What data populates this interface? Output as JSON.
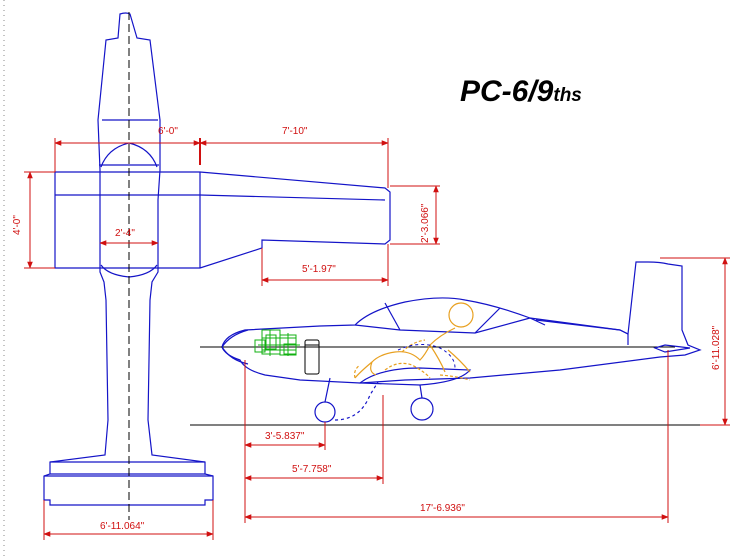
{
  "title": {
    "main": "PC-6/9",
    "suffix": "ths"
  },
  "dimensions": {
    "wing_center_span": "6'-0\"",
    "wing_outer_span": "7'-10\"",
    "root_chord": "4'-0\"",
    "tip_chord": "2'-3.066\"",
    "aileron_length": "5'-1.97\"",
    "fuselage_width": "2'-4\"",
    "tail_span": "6'-11.064\"",
    "height": "6'-11.028\"",
    "gear_position": "3'-5.837\"",
    "cg_position": "5'-7.758\"",
    "overall_length": "17'-6.936\""
  },
  "colors": {
    "outline": "#1414c8",
    "dimension": "#d01010",
    "engine": "#10b010",
    "pilot": "#e8a020"
  }
}
